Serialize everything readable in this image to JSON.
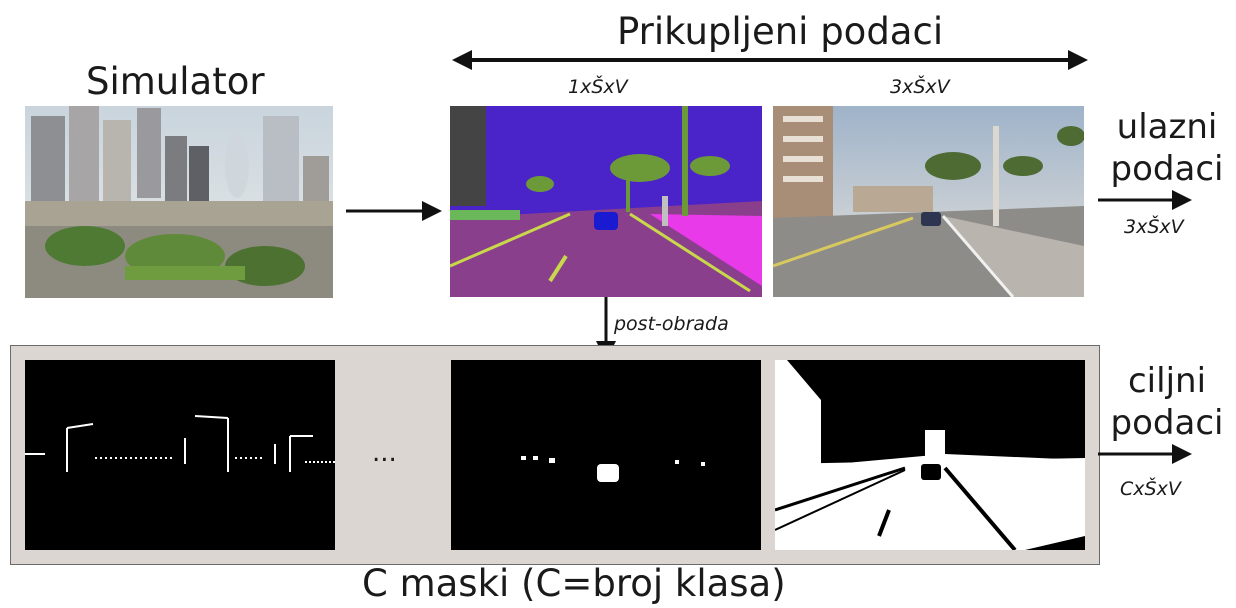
{
  "top_label": "Prikupljeni podaci",
  "simulator_label": "Simulator",
  "seg_dims": "1xŠxV",
  "rgb_dims": "3xŠxV",
  "input_label": {
    "line1": "ulazni",
    "line2": "podaci",
    "dims": "3xŠxV"
  },
  "post_label": "post-obrada",
  "ellipsis": "...",
  "target_label": {
    "line1": "ciljni",
    "line2": "podaci",
    "dims": "CxŠxV"
  },
  "bottom_caption": "C maski (C=broj klasa)"
}
